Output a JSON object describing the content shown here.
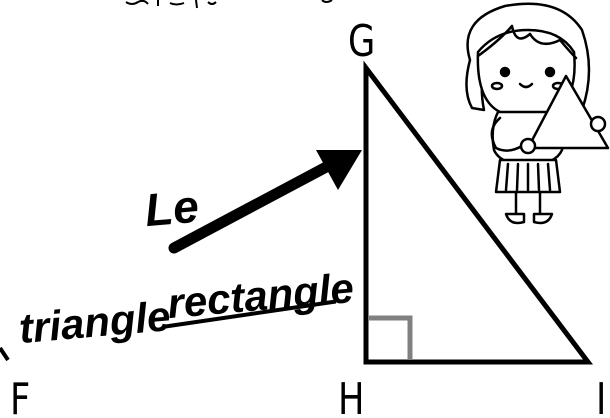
{
  "vertices": {
    "g": "G",
    "h": "H",
    "i": "I",
    "f": "F"
  },
  "title": {
    "line1": "Le",
    "line2_plain": "triangle",
    "line2_underlined": "rectangle"
  },
  "colors": {
    "ink": "#000000",
    "right_angle_marker": "#808080",
    "background": "#ffffff"
  },
  "icons": {
    "figure": "girl-holding-triangle-icon",
    "arrow": "arrow-icon"
  }
}
